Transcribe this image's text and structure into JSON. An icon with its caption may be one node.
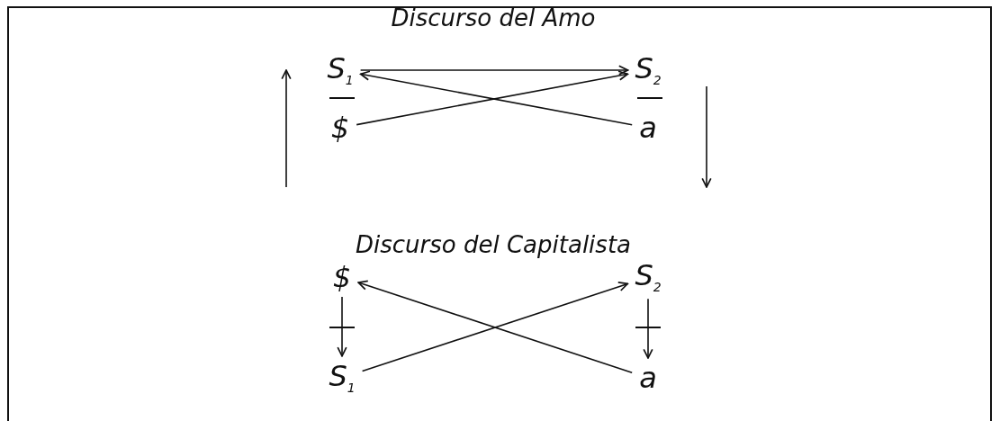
{
  "diagram": {
    "nodes": [
      {
        "text": [
          "S$_{1}$"
        ]
      },
      {
        "text": [
          "$"
        ]
      },
      {
        "text": [
          "S$_{2}$"
        ]
      },
      {
        "text": [
          "a"
        ]
      },
      {
        "text": [
          "$"
        ]
      },
      {
        "text": [
          "S$_{1}$"
        ]
      },
      {
        "text": [
          "S$_{2}$"
        ]
      },
      {
        "text": [
          "a"
        ]
      }
    ],
    "edges": [
      {
        "from": 0,
        "to": 2,
        "arrow": "to"
      },
      {
        "from": 3,
        "to": 0,
        "arrow": "to"
      },
      {
        "from": 1,
        "to": 2,
        "arrow": "to"
      },
      {
        "from": 4,
        "to": 5,
        "arrow": "to"
      },
      {
        "from": 6,
        "to": 7,
        "arrow": "to"
      },
      {
        "from": 7,
        "to": 4,
        "arrow": "to"
      },
      {
        "from": 5,
        "to": 6,
        "arrow": "to"
      }
    ],
    "labels": [
      "Discurso del Amo",
      "Discurso del Capitalista"
    ]
  }
}
